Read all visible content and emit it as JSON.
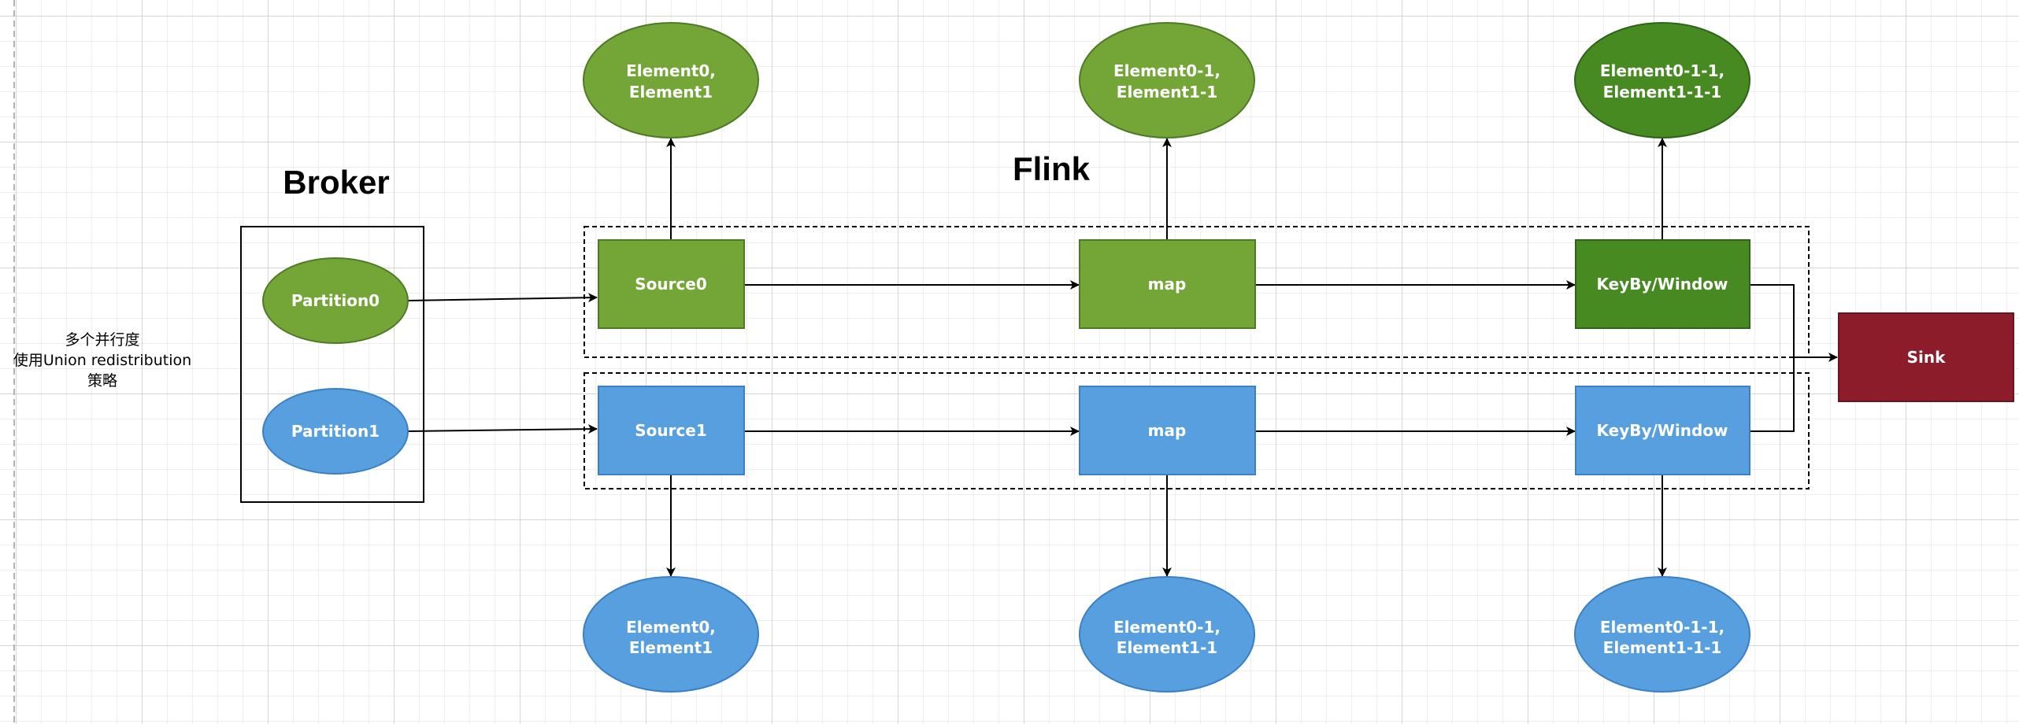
{
  "titles": {
    "broker": "Broker",
    "flink": "Flink"
  },
  "note_lines": [
    "多个并行度",
    "使用Union redistribution",
    "策略"
  ],
  "colors": {
    "green": "#74a637",
    "green_stroke": "#4f7a25",
    "dark_green": "#478a22",
    "dark_green_stroke": "#2f6318",
    "blue": "#579fdf",
    "blue_stroke": "#3b80c4",
    "sink": "#8c1c2a",
    "sink_stroke": "#6b1420"
  },
  "partitions": [
    {
      "label": "Partition0"
    },
    {
      "label": "Partition1"
    }
  ],
  "pipelines": [
    {
      "source": "Source0",
      "map": "map",
      "window": "KeyBy/Window",
      "outputs": [
        {
          "line1": "Element0,",
          "line2": "Element1"
        },
        {
          "line1": "Element0-1,",
          "line2": "Element1-1"
        },
        {
          "line1": "Element0-1-1,",
          "line2": "Element1-1-1"
        }
      ]
    },
    {
      "source": "Source1",
      "map": "map",
      "window": "KeyBy/Window",
      "outputs": [
        {
          "line1": "Element0,",
          "line2": "Element1"
        },
        {
          "line1": "Element0-1,",
          "line2": "Element1-1"
        },
        {
          "line1": "Element0-1-1,",
          "line2": "Element1-1-1"
        }
      ]
    }
  ],
  "sink": {
    "label": "Sink"
  }
}
